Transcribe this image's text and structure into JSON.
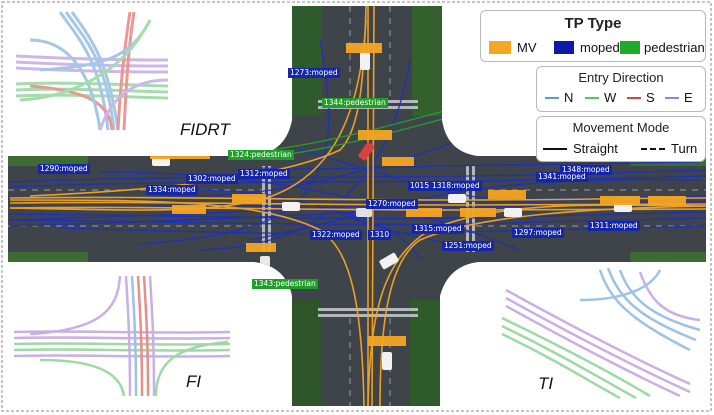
{
  "legend": {
    "tp_type": {
      "title": "TP Type",
      "items": [
        {
          "label": "MV",
          "color": "#f5a623"
        },
        {
          "label": "moped",
          "color": "#0b1aa8"
        },
        {
          "label": "pedestrian",
          "color": "#1faa2a"
        }
      ]
    },
    "entry_direction": {
      "title": "Entry Direction",
      "items": [
        {
          "label": "N",
          "color": "#5b9bd5"
        },
        {
          "label": "W",
          "color": "#5cc16a"
        },
        {
          "label": "S",
          "color": "#d9443b"
        },
        {
          "label": "E",
          "color": "#a77bd6"
        }
      ]
    },
    "movement_mode": {
      "title": "Movement Mode",
      "items": [
        {
          "label": "Straight",
          "style": "solid"
        },
        {
          "label": "Turn",
          "style": "dashed"
        }
      ]
    }
  },
  "panels": {
    "fidrt": "FIDRT",
    "fi": "FI",
    "ti": "TI"
  },
  "tags": [
    "1273:moped",
    "1344:pedestrian",
    "1324:pedestrian",
    "1290:moped",
    "1302:moped",
    "1312:moped",
    "1334:moped",
    "1318:moped",
    "1348:moped",
    "1341:moped",
    "1015",
    "1270:moped",
    "1322:moped",
    "1310",
    "1315:moped",
    "1251:moped",
    "1297:moped",
    "1311:moped",
    "1343:pedestrian"
  ]
}
